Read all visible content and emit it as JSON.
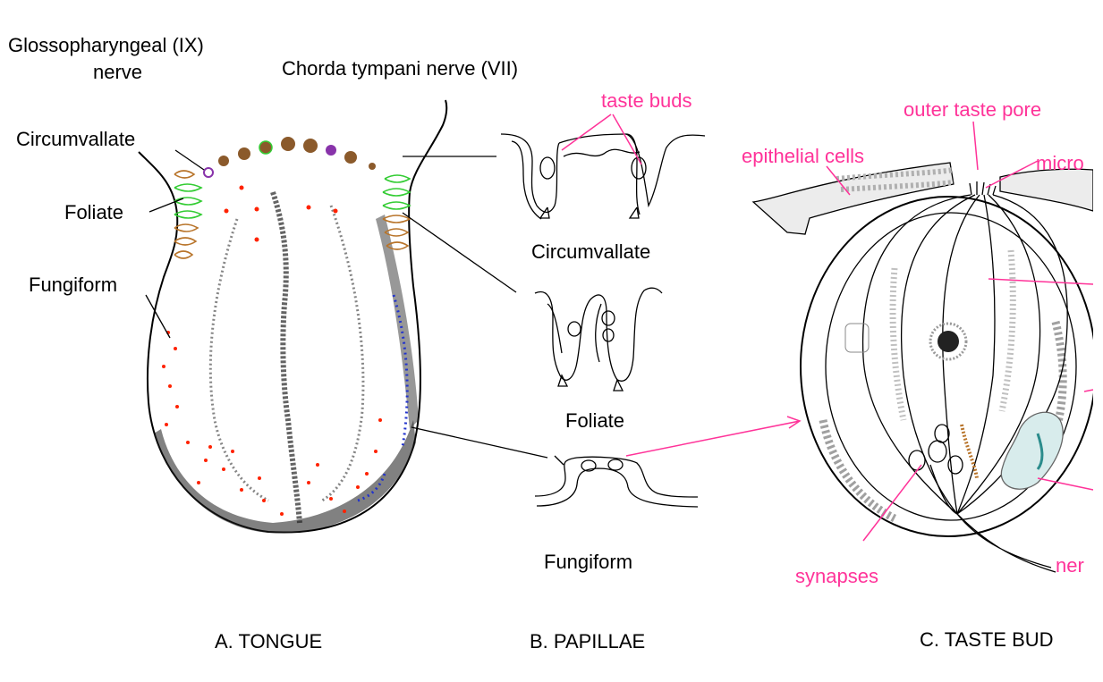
{
  "colors": {
    "label_black": "#000000",
    "label_pink": "#ff3399",
    "taste_dots": "#ff2200",
    "shading": "#b0b0b0",
    "foliate_green": "#33cc33",
    "foliate_brown": "#b8742a",
    "papilla_brown": "#8b5a2b",
    "papilla_purple": "#8833aa",
    "accent_blue": "#2233cc"
  },
  "panel_a": {
    "nerve_glossopharyngeal": [
      "Glossopharyngeal (IX)",
      "nerve"
    ],
    "nerve_chorda_tympani": "Chorda tympani nerve (VII)",
    "label_circumvallate": "Circumvallate",
    "label_foliate": "Foliate",
    "label_fungiform": "Fungiform",
    "caption": "A.  TONGUE"
  },
  "panel_b": {
    "label_taste_buds": "taste buds",
    "label_circumvallate": "Circumvallate",
    "label_foliate": "Foliate",
    "label_fungiform": "Fungiform",
    "caption": "B. PAPILLAE"
  },
  "panel_c": {
    "label_outer_taste_pore": "outer taste pore",
    "label_epithelial_cells": "epithelial cells",
    "label_micro": "micro",
    "label_synapses": "synapses",
    "label_nerve": "ner",
    "caption": "C. TASTE BUD"
  }
}
